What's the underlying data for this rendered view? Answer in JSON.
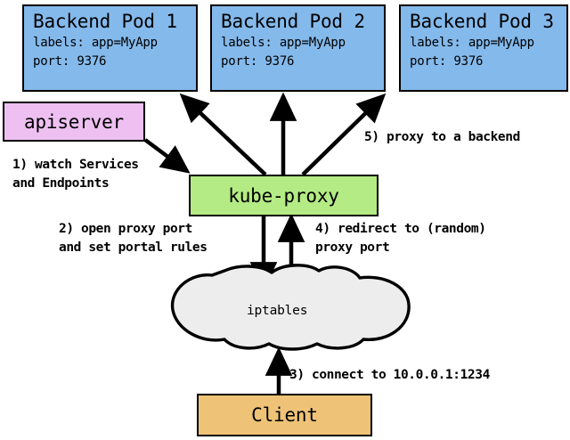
{
  "diagram": {
    "title": "kube-proxy service proxying flow",
    "background": "#ffffff"
  },
  "colors": {
    "pod_fill": "#84b9eb",
    "apiserver_fill": "#eec0f2",
    "kubeproxy_fill": "#b4eb84",
    "client_fill": "#eec377",
    "cloud_fill": "#ededed",
    "stroke": "#000000",
    "text": "#000000"
  },
  "nodes": {
    "pods": [
      {
        "title": "Backend Pod 1",
        "labels_line": "labels: app=MyApp",
        "port_line": "port: 9376"
      },
      {
        "title": "Backend Pod 2",
        "labels_line": "labels: app=MyApp",
        "port_line": "port: 9376"
      },
      {
        "title": "Backend Pod 3",
        "labels_line": "labels: app=MyApp",
        "port_line": "port: 9376"
      }
    ],
    "apiserver": {
      "label": "apiserver"
    },
    "kubeproxy": {
      "label": "kube-proxy"
    },
    "iptables": {
      "label": "iptables"
    },
    "client": {
      "label": "Client"
    }
  },
  "annotations": {
    "step1": "1) watch Services\nand Endpoints",
    "step2": "2) open proxy port\nand set portal rules",
    "step3": "3) connect to 10.0.0.1:1234",
    "step4": "4) redirect to (random)\nproxy port",
    "step5": "5) proxy to a backend"
  }
}
